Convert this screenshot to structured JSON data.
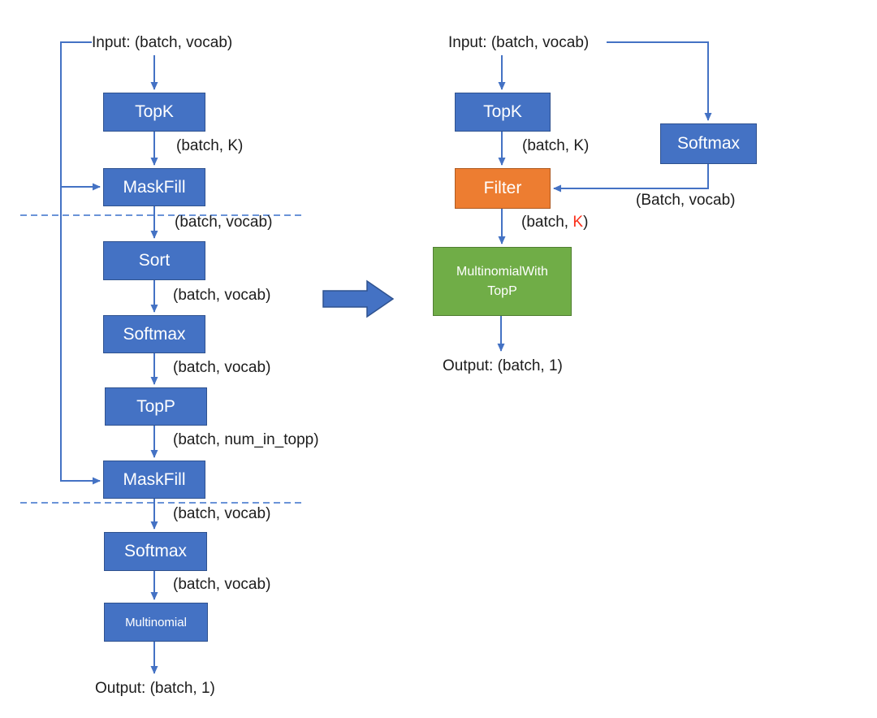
{
  "left_flow": {
    "input": "Input: (batch, vocab)",
    "boxes": [
      {
        "label": "TopK"
      },
      {
        "label": "MaskFill"
      },
      {
        "label": "Sort"
      },
      {
        "label": "Softmax"
      },
      {
        "label": "TopP"
      },
      {
        "label": "MaskFill"
      },
      {
        "label": "Softmax"
      },
      {
        "label": "Multinomial"
      }
    ],
    "edge_labels": [
      "(batch, K)",
      "(batch, vocab)",
      "(batch, vocab)",
      "(batch, vocab)",
      "(batch, num_in_topp)",
      "(batch, vocab)",
      "(batch, vocab)"
    ],
    "output": "Output: (batch, 1)"
  },
  "right_flow": {
    "input": "Input: (batch, vocab)",
    "topk": "TopK",
    "softmax": "Softmax",
    "filter": "Filter",
    "multinomial_line1": "MultinomialWith",
    "multinomial_line2": "TopP",
    "topk_out": "(batch, K)",
    "softmax_out": "(Batch, vocab)",
    "filter_out_prefix": "(batch, ",
    "filter_out_highlight": "K",
    "filter_out_suffix": ")",
    "output": "Output: (batch, 1)"
  },
  "colors": {
    "connector_blue": "#4472C4",
    "box_blue": "#4472C4",
    "box_blue_border": "#2F528F",
    "box_orange": "#ED7D31",
    "box_orange_border": "#AE5A21",
    "box_green": "#70AD47",
    "box_green_border": "#507E32",
    "dashed_separator": "#6A93D8",
    "highlight_red": "#FA2E18",
    "text_black": "#1c1c1c"
  }
}
